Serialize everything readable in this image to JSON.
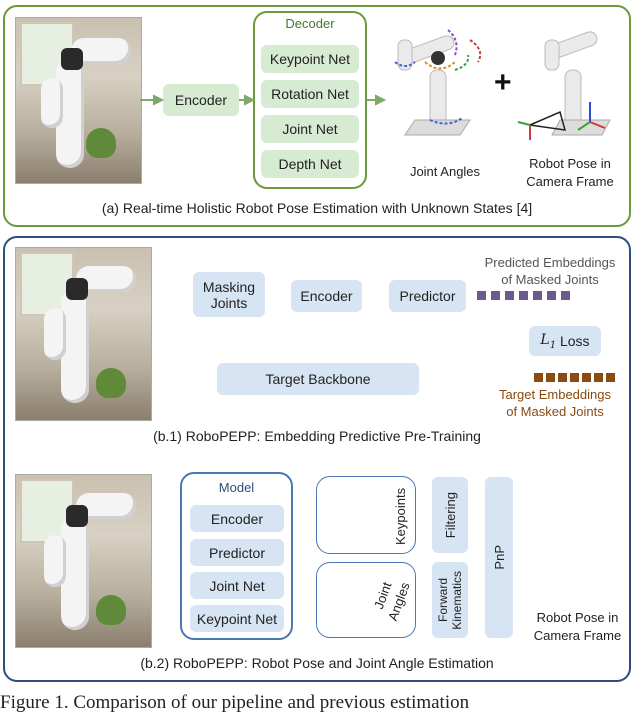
{
  "panel_a": {
    "decoder_title": "Decoder",
    "encoder_label": "Encoder",
    "decoder_items": [
      "Keypoint Net",
      "Rotation Net",
      "Joint Net",
      "Depth Net"
    ],
    "plus": "+",
    "joint_angles_label": "Joint Angles",
    "robot_pose_label_1": "Robot Pose in",
    "robot_pose_label_2": "Camera Frame",
    "caption": "(a) Real-time Holistic Robot Pose Estimation with Unknown States [4]"
  },
  "panel_b1": {
    "masking_label_1": "Masking",
    "masking_label_2": "Joints",
    "encoder_label": "Encoder",
    "predictor_label": "Predictor",
    "predicted_emb_1": "Predicted Embeddings",
    "predicted_emb_2": "of Masked Joints",
    "loss_symbol": "L",
    "loss_subscript": "1",
    "loss_word": "Loss",
    "target_backbone": "Target Backbone",
    "target_emb_1": "Target Embeddings",
    "target_emb_2": "of Masked Joints",
    "caption": "(b.1) RoboPEPP: Embedding Predictive Pre-Training"
  },
  "panel_b2": {
    "model_title": "Model",
    "model_items": [
      "Encoder",
      "Predictor",
      "Joint Net",
      "Keypoint Net"
    ],
    "keypoints_label": "Keypoints",
    "joint_angles_label_1": "Joint",
    "joint_angles_label_2": "Angles",
    "filtering_label": "Filtering",
    "fk_label_1": "Forward",
    "fk_label_2": "Kinematics",
    "pnp_label": "PnP",
    "robot_pose_label_1": "Robot Pose in",
    "robot_pose_label_2": "Camera Frame",
    "caption": "(b.2) RoboPEPP: Robot Pose and Joint Angle Estimation"
  },
  "figure_caption_fragment": "Figure 1.   Comparison of our pipeline and previous estimation",
  "colors": {
    "green_border": "#6a9a3a",
    "green_box": "#d7ead2",
    "blue_border": "#2b4f78",
    "blue_box": "#d6e4f3",
    "predicted_cells": "#6b5a8e",
    "target_cells": "#8a4a10",
    "target_text": "#8a4a10",
    "predicted_text": "#555555"
  }
}
